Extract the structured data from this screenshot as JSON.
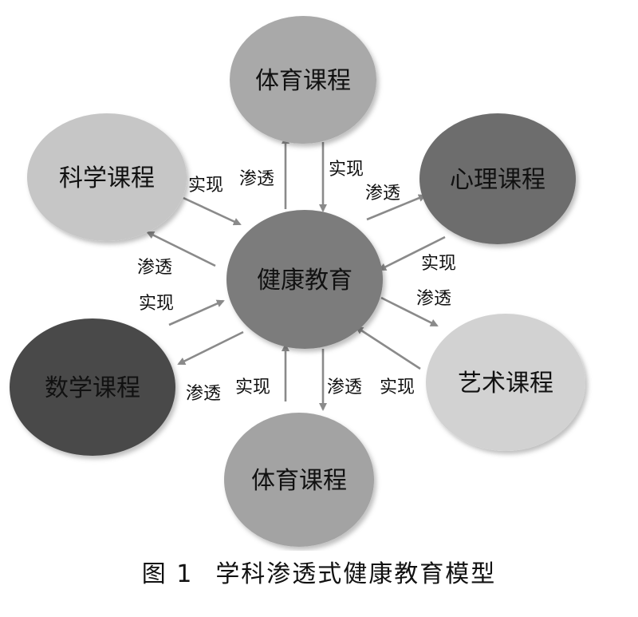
{
  "nodes": {
    "center": {
      "label": "健康教育",
      "fill": "#7c7c7c"
    },
    "top": {
      "label": "体育课程",
      "fill": "#a9a9a9"
    },
    "right_upper": {
      "label": "心理课程",
      "fill": "#6d6d6d"
    },
    "right_lower": {
      "label": "艺术课程",
      "fill": "#d2d2d2"
    },
    "bottom": {
      "label": "体育课程",
      "fill": "#a3a3a3"
    },
    "left_lower": {
      "label": "数学课程",
      "fill": "#4a4a4a"
    },
    "left_upper": {
      "label": "科学课程",
      "fill": "#c6c6c6"
    }
  },
  "edges": {
    "top_shentou": "渗透",
    "top_shixian": "实现",
    "right_upper_shentou": "渗透",
    "right_upper_shixian": "实现",
    "right_lower_shentou": "渗透",
    "right_lower_shixian": "实现",
    "bottom_shentou": "渗透",
    "bottom_shixian": "实现",
    "left_lower_shentou": "渗透",
    "left_lower_shixian": "实现",
    "left_upper_shentou": "渗透",
    "left_upper_shixian": "实现"
  },
  "caption": {
    "figure": "图 1",
    "title": "学科渗透式健康教育模型"
  },
  "colors": {
    "arrow": "#8a8a8a",
    "text": "#111111"
  }
}
